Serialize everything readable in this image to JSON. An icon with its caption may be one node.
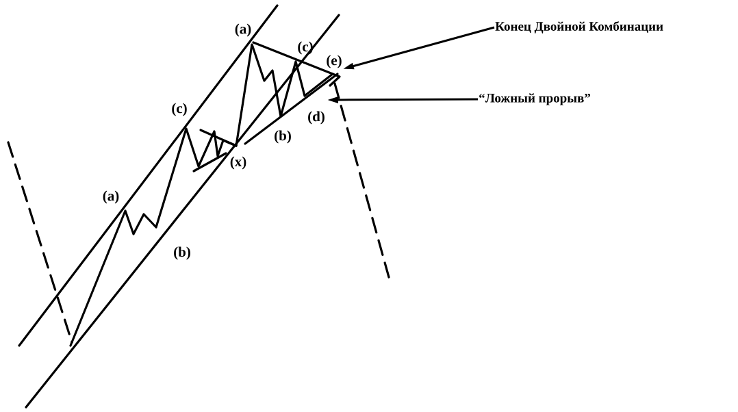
{
  "diagram": {
    "nodes": [
      {
        "text": [
          "Конец Двойной Комбинации"
        ]
      },
      {
        "text": [
          "“Ложный прорыв”"
        ]
      },
      {
        "text": [
          "(e)"
        ]
      }
    ],
    "edges": [
      {
        "from": 0,
        "to": 2,
        "arrow": "to"
      },
      {
        "from": 1,
        "to": null,
        "arrow": "to"
      }
    ],
    "labels": [
      "(a)",
      "(c)",
      "(c)",
      "(d)",
      "(b)",
      "(x)",
      "(a)",
      "(b)"
    ]
  }
}
